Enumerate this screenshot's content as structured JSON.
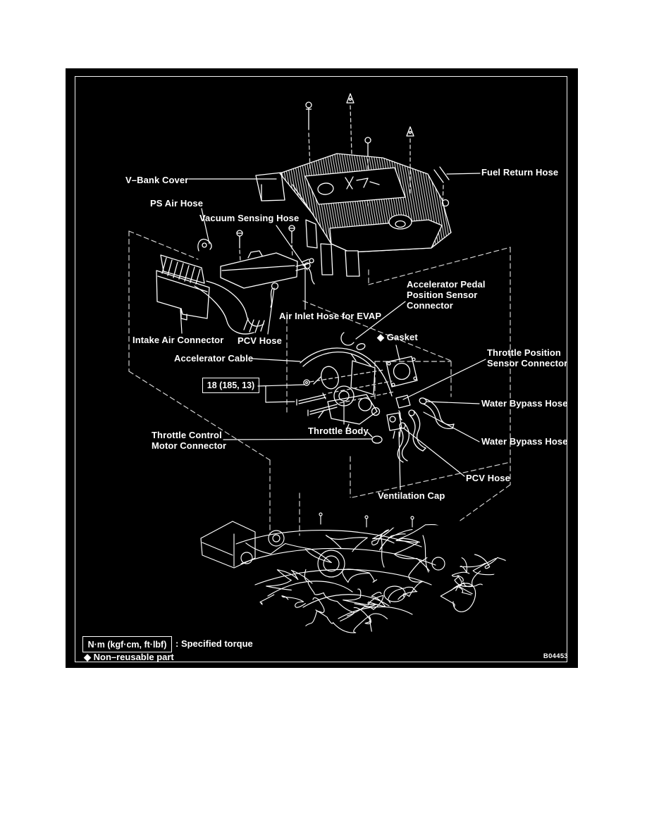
{
  "diagram": {
    "figure_code": "B04453",
    "colors": {
      "background": "#000000",
      "line_art": "#ffffff",
      "dashed_lines": "#d9d9d9"
    },
    "torque_spec": "18 (185, 13)",
    "legend": {
      "torque_units_box": "N·m (kgf·cm, ft·lbf)",
      "torque_note": ": Specified torque",
      "non_reusable_note": "◆ Non–reusable part"
    },
    "labels": [
      {
        "id": "v-bank-cover",
        "text": "V–Bank Cover"
      },
      {
        "id": "ps-air-hose",
        "text": "PS Air Hose"
      },
      {
        "id": "vacuum-sensing-hose",
        "text": "Vacuum Sensing Hose"
      },
      {
        "id": "fuel-return-hose",
        "text": "Fuel Return Hose"
      },
      {
        "id": "air-inlet-hose-for-evap",
        "text": "Air Inlet Hose for EVAP"
      },
      {
        "id": "intake-air-connector",
        "text": "Intake Air Connector"
      },
      {
        "id": "pcv-hose-left",
        "text": "PCV Hose"
      },
      {
        "id": "accelerator-cable",
        "text": "Accelerator Cable"
      },
      {
        "id": "accelerator-pedal-position-sensor-connector",
        "text": "Accelerator Pedal\nPosition Sensor\nConnector"
      },
      {
        "id": "gasket",
        "text": "◆ Gasket"
      },
      {
        "id": "throttle-position-sensor-connector",
        "text": "Throttle Position\nSensor Connector"
      },
      {
        "id": "water-bypass-hose-upper",
        "text": "Water Bypass Hose"
      },
      {
        "id": "throttle-control-motor-connector",
        "text": "Throttle Control\nMotor Connector"
      },
      {
        "id": "throttle-body",
        "text": "Throttle Body"
      },
      {
        "id": "water-bypass-hose-lower",
        "text": "Water Bypass Hose"
      },
      {
        "id": "pcv-hose-right",
        "text": "PCV Hose"
      },
      {
        "id": "ventilation-cap",
        "text": "Ventilation Cap"
      }
    ]
  }
}
